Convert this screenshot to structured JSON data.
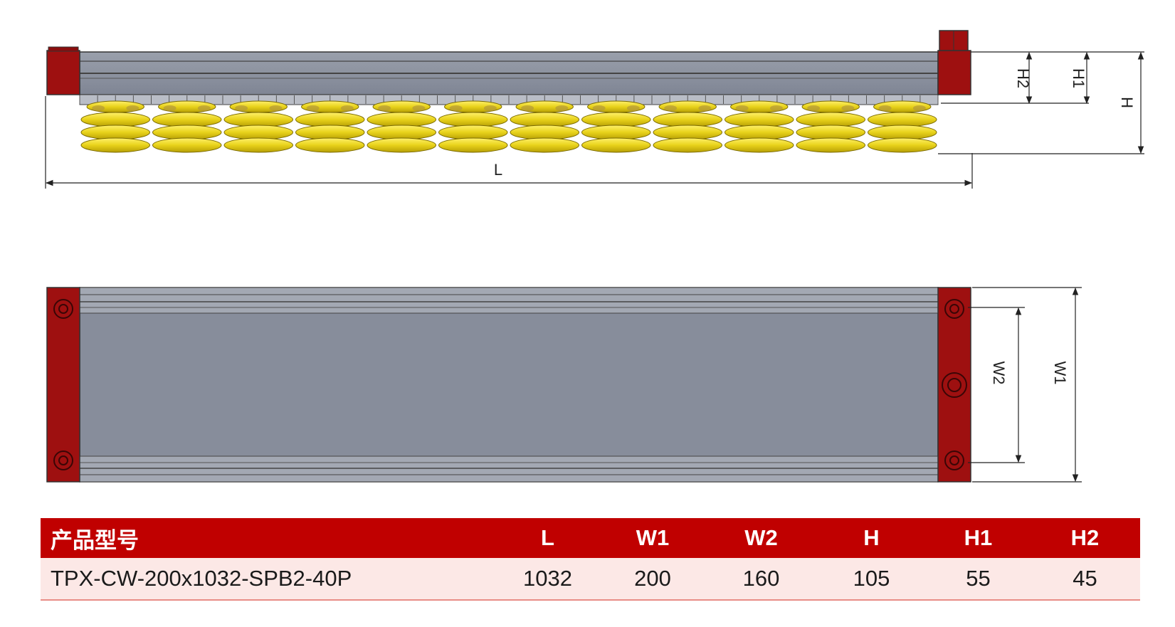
{
  "dimension_labels": {
    "L": "L",
    "H": "H",
    "H1": "H1",
    "H2": "H2",
    "W1": "W1",
    "W2": "W2"
  },
  "table": {
    "headers": [
      "产品型号",
      "L",
      "W1",
      "W2",
      "H",
      "H1",
      "H2"
    ],
    "rows": [
      [
        "TPX-CW-200x1032-SPB2-40P",
        "1032",
        "200",
        "160",
        "105",
        "55",
        "45"
      ]
    ]
  },
  "colors": {
    "end_cap": "#9e1010",
    "body": "#8a8f9c",
    "suction_cup": "#e8d21a",
    "header_bg": "#c00000",
    "row_bg": "#fce8e6"
  },
  "suction_cup_count": 12
}
